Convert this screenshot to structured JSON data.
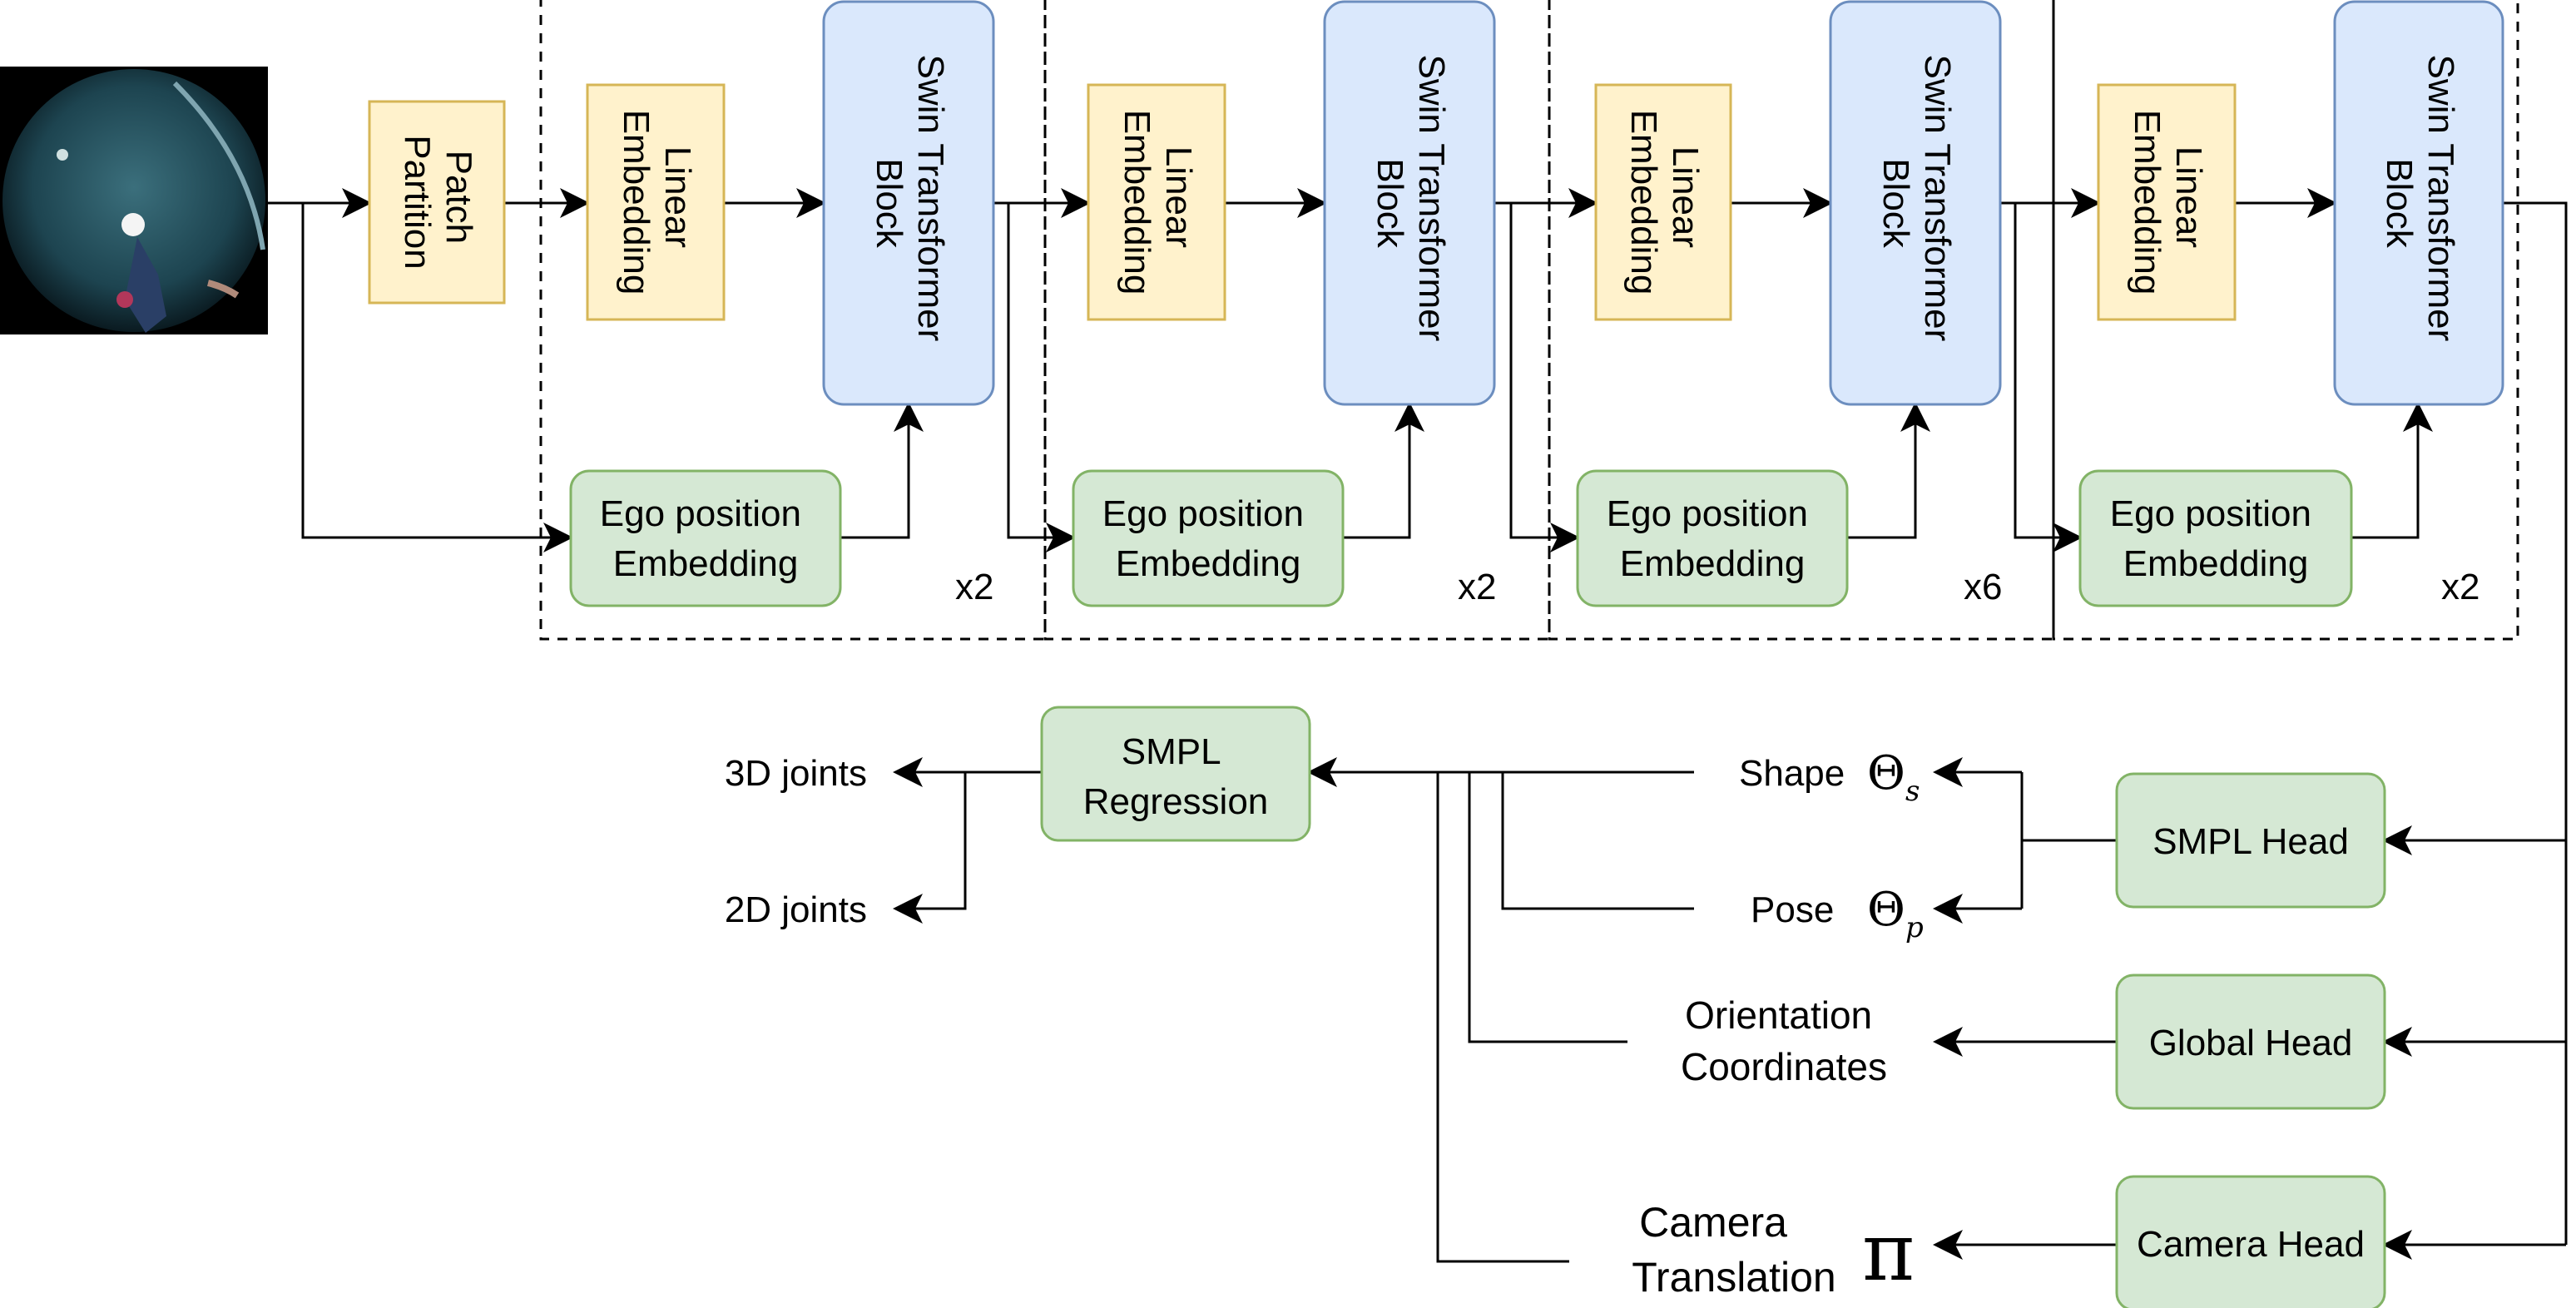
{
  "colors": {
    "yellow_fill": "#fff2cc",
    "yellow_stroke": "#d6b656",
    "blue_fill": "#dae8fc",
    "blue_stroke": "#6c8ebf",
    "green_fill": "#d5e8d4",
    "green_stroke": "#82b366",
    "line": "#000000"
  },
  "input_image": {
    "icon": "egocentric-fisheye-photo"
  },
  "patch_partition": {
    "line1": "Patch",
    "line2": "Partition"
  },
  "stages": [
    {
      "linear": [
        "Linear",
        "Embedding"
      ],
      "swin": [
        "Swin Transformer",
        "Block"
      ],
      "ego": [
        "Ego position",
        "Embedding"
      ],
      "repeat": "x2"
    },
    {
      "linear": [
        "Linear",
        "Embedding"
      ],
      "swin": [
        "Swin Transformer",
        "Block"
      ],
      "ego": [
        "Ego position",
        "Embedding"
      ],
      "repeat": "x2"
    },
    {
      "linear": [
        "Linear",
        "Embedding"
      ],
      "swin": [
        "Swin Transformer",
        "Block"
      ],
      "ego": [
        "Ego position",
        "Embedding"
      ],
      "repeat": "x6"
    },
    {
      "linear": [
        "Linear",
        "Embedding"
      ],
      "swin": [
        "Swin Transformer",
        "Block"
      ],
      "ego": [
        "Ego position",
        "Embedding"
      ],
      "repeat": "x2"
    }
  ],
  "heads": {
    "smpl": "SMPL Head",
    "global": "Global Head",
    "camera": "Camera Head"
  },
  "regression": {
    "line1": "SMPL",
    "line2": "Regression"
  },
  "outputs": {
    "joints3d": "3D joints",
    "joints2d": "2D joints",
    "shape": "Shape",
    "shape_symbol": "Θ",
    "shape_subscript": "s",
    "pose": "Pose",
    "pose_symbol": "Θ",
    "pose_subscript": "p",
    "orientation_line1": "Orientation",
    "orientation_line2": "Coordinates",
    "camera_line1": "Camera",
    "camera_line2": "Translation",
    "camera_symbol": "π"
  }
}
